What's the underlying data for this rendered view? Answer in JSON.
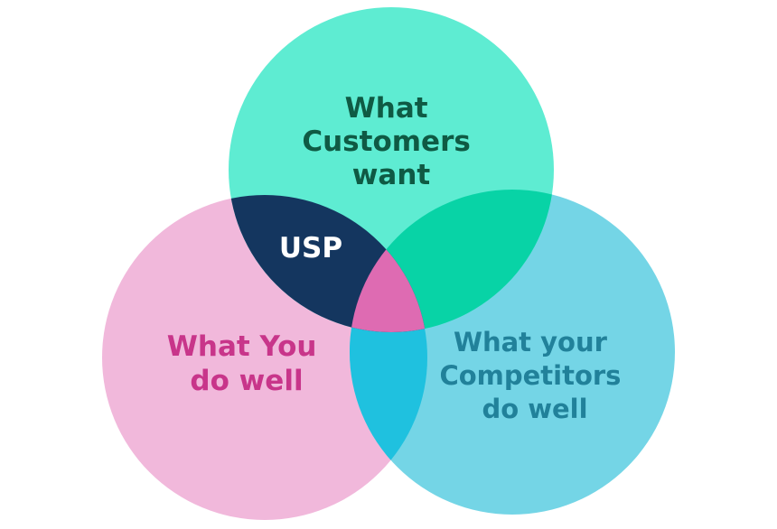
{
  "diagram": {
    "customers": {
      "lines": [
        "What",
        "Customers",
        "want"
      ],
      "fill": "#5eecd2",
      "text_color": "#0f5a44"
    },
    "you": {
      "lines": [
        "What You",
        "do well"
      ],
      "fill": "#f1b8db",
      "text_color": "#c8358a"
    },
    "competitors": {
      "lines": [
        "What your",
        "Competitors",
        "do well"
      ],
      "fill": "#74d5e6",
      "text_color": "#21819a"
    },
    "overlaps": {
      "usp": {
        "label": "USP",
        "fill": "#14365f",
        "text_color": "#ffffff"
      },
      "customers_competitors": {
        "fill": "#08d3a6"
      },
      "you_competitors": {
        "fill": "#1fc1df"
      },
      "center": {
        "fill": "#de6bb2"
      }
    }
  }
}
